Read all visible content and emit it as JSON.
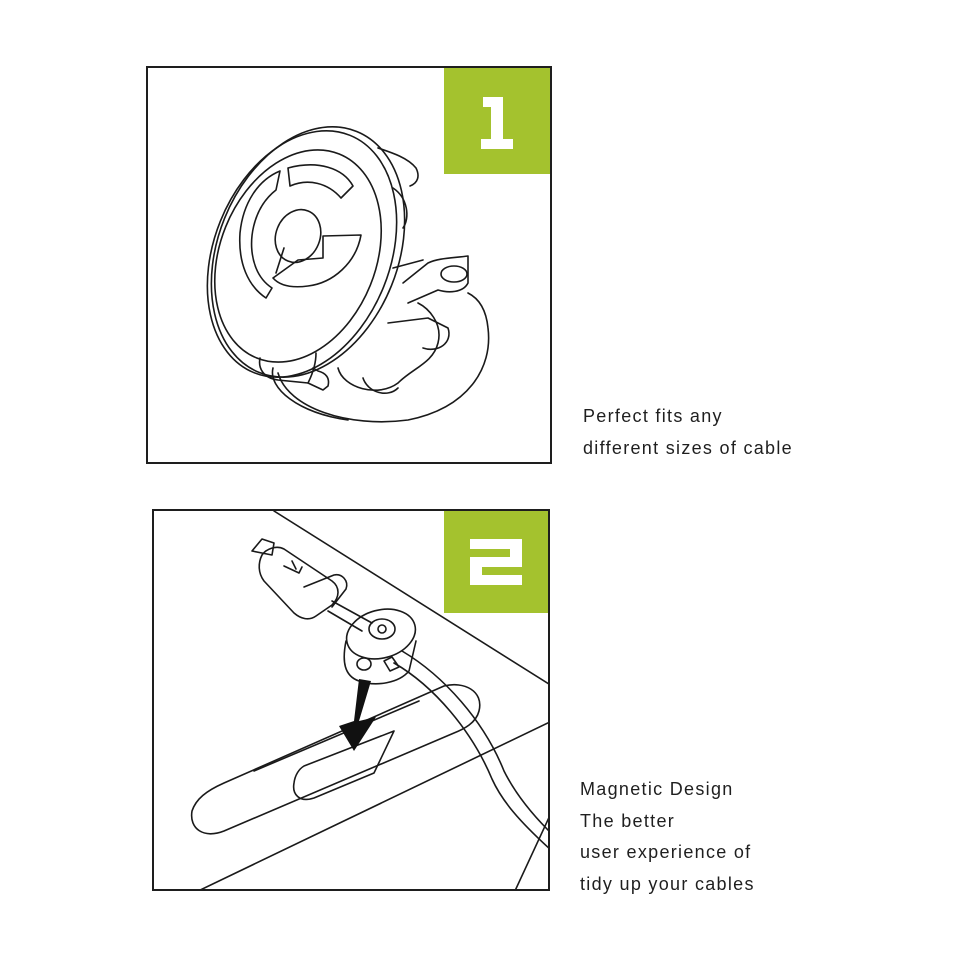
{
  "steps": [
    {
      "number": "1",
      "badge_color": "#a4c22e",
      "illustration": "magnetic-cable-clip-with-adhesive-base",
      "caption_lines": [
        "Perfect fits any",
        "different sizes of cable"
      ]
    },
    {
      "number": "2",
      "badge_color": "#a4c22e",
      "illustration": "usb-cable-clip-attaching-to-surface",
      "caption_lines": [
        "Magnetic Design",
        "The better",
        "user experience of",
        "tidy up your cables"
      ]
    }
  ]
}
